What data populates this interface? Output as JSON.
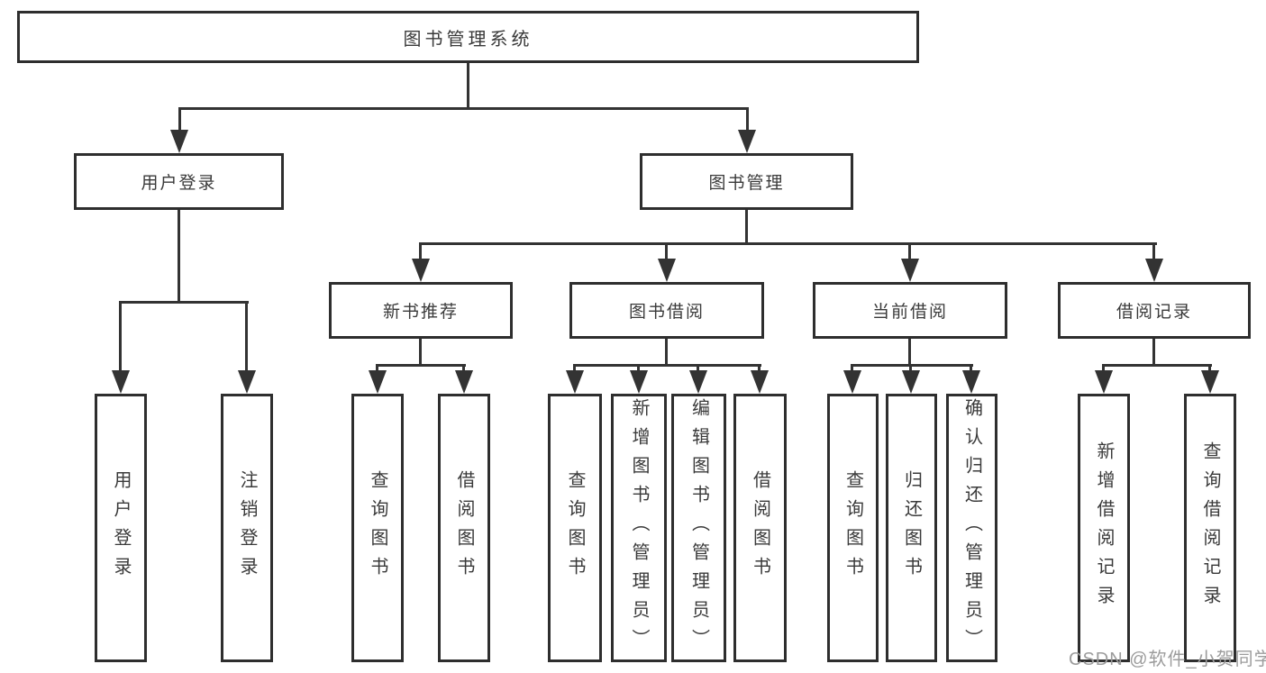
{
  "diagram": {
    "root": "图书管理系统",
    "branches": [
      {
        "label": "用户登录",
        "children": [
          "用户登录",
          "注销登录"
        ]
      },
      {
        "label": "图书管理",
        "groups": [
          {
            "label": "新书推荐",
            "children": [
              "查询图书",
              "借阅图书"
            ]
          },
          {
            "label": "图书借阅",
            "children": [
              "查询图书",
              "新增图书（管理员）",
              "编辑图书（管理员）",
              "借阅图书"
            ]
          },
          {
            "label": "当前借阅",
            "children": [
              "查询图书",
              "归还图书",
              "确认归还（管理员）"
            ]
          },
          {
            "label": "借阅记录",
            "children": [
              "新增借阅记录",
              "查询借阅记录"
            ]
          }
        ]
      }
    ]
  },
  "watermark": "CSDN @软件_小贺同学",
  "colors": {
    "line": "#333333",
    "box_border": "#2e2e2e",
    "text": "#3a3a3a",
    "watermark": "#9c9c9c",
    "background": "#ffffff"
  }
}
